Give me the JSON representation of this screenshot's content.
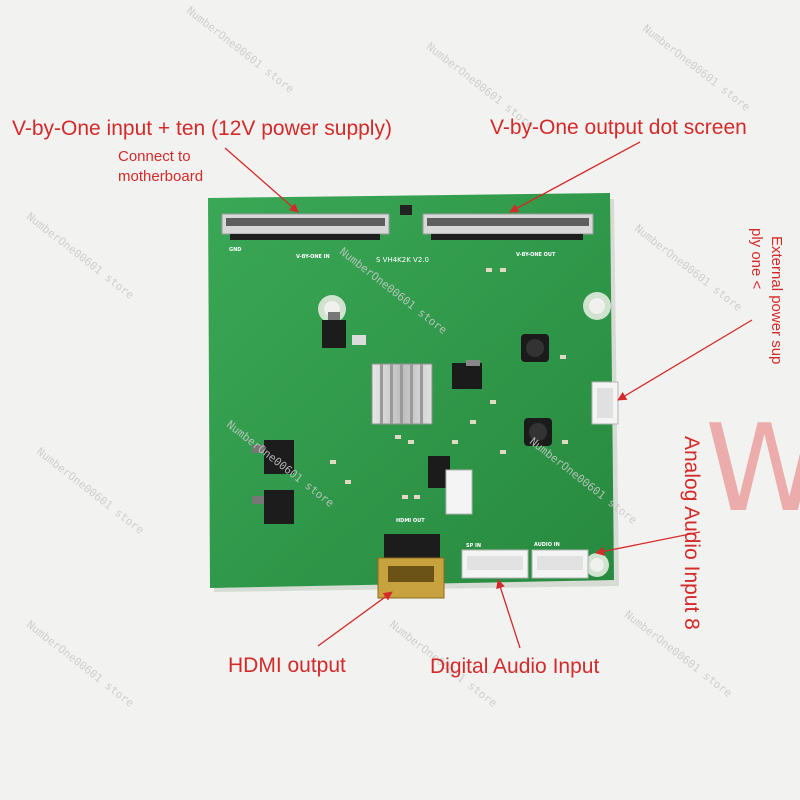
{
  "annotations": {
    "vbyone_input": "V-by-One input + ten (12V power supply)",
    "connect_motherboard_line1": "Connect to",
    "connect_motherboard_line2": "motherboard",
    "vbyone_output": "V-by-One output dot screen",
    "external_power_line1": "External power sup",
    "external_power_line2": "ply one <",
    "analog_audio": "Analog Audio Input 8",
    "hdmi_output": "HDMI output",
    "digital_audio": "Digital Audio Input"
  },
  "board_silkscreen": {
    "vbyone_in": "V-BY-ONE IN",
    "vbyone_out": "V-BY-ONE OUT",
    "model": "S VH4K2K V2.0",
    "hdmi_out": "HDMI OUT",
    "spdif_in": "SP IN",
    "audio_in": "AUDIO IN",
    "gnd": "GND"
  },
  "watermark": {
    "text": "NumberOne00601 store",
    "brand_letter": "W"
  },
  "colors": {
    "annotation_red": "#d42a2a",
    "pcb_green": "#2f9c4a",
    "background": "#f2f2f0",
    "watermark_grey": "#c9c9c9"
  }
}
